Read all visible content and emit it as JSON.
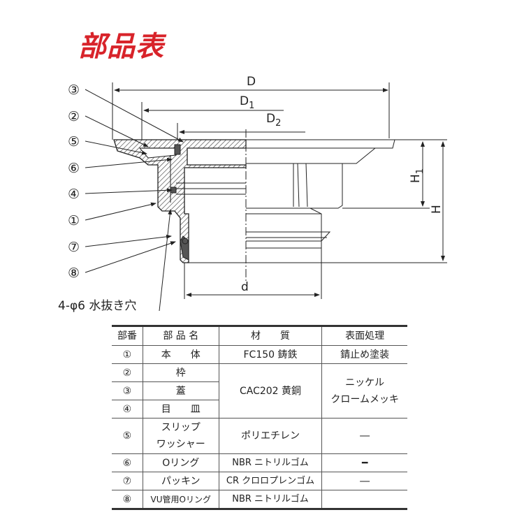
{
  "title": "部品表",
  "diagram": {
    "callouts": [
      "③",
      "②",
      "⑤",
      "⑥",
      "④",
      "①",
      "⑦",
      "⑧"
    ],
    "drain_hole_label": "4-φ6 水抜き穴",
    "dimensions": {
      "D": "D",
      "D1": "D",
      "D1_sub": "1",
      "D2": "D",
      "D2_sub": "2",
      "H": "H",
      "H1": "H",
      "H1_sub": "1",
      "d": "d"
    }
  },
  "table": {
    "headers": [
      "部番",
      "部 品 名",
      "材　　質",
      "表面処理"
    ],
    "rows": [
      {
        "no": "①",
        "name": "本　　体",
        "material": "FC150 鋳鉄",
        "finish": "錆止め塗装"
      },
      {
        "no": "②",
        "name": "枠"
      },
      {
        "no": "③",
        "name": "蓋"
      },
      {
        "no": "④",
        "name": "目　　皿"
      },
      {
        "no": "⑤",
        "name": "スリップ\nワッシャー",
        "material": "ポリエチレン",
        "finish": "―"
      },
      {
        "no": "⑥",
        "name": "Oリング",
        "material": "NBR ニトリルゴム",
        "finish": "━"
      },
      {
        "no": "⑦",
        "name": "パッキン",
        "material": "CR クロロプレンゴム",
        "finish": "―"
      },
      {
        "no": "⑧",
        "name": "VU管用Oリング",
        "material": "NBR ニトリルゴム",
        "finish": ""
      }
    ],
    "merged_material_2_4": "CAC202 黄銅",
    "merged_finish_2_4": "ニッケル\nクロームメッキ"
  }
}
